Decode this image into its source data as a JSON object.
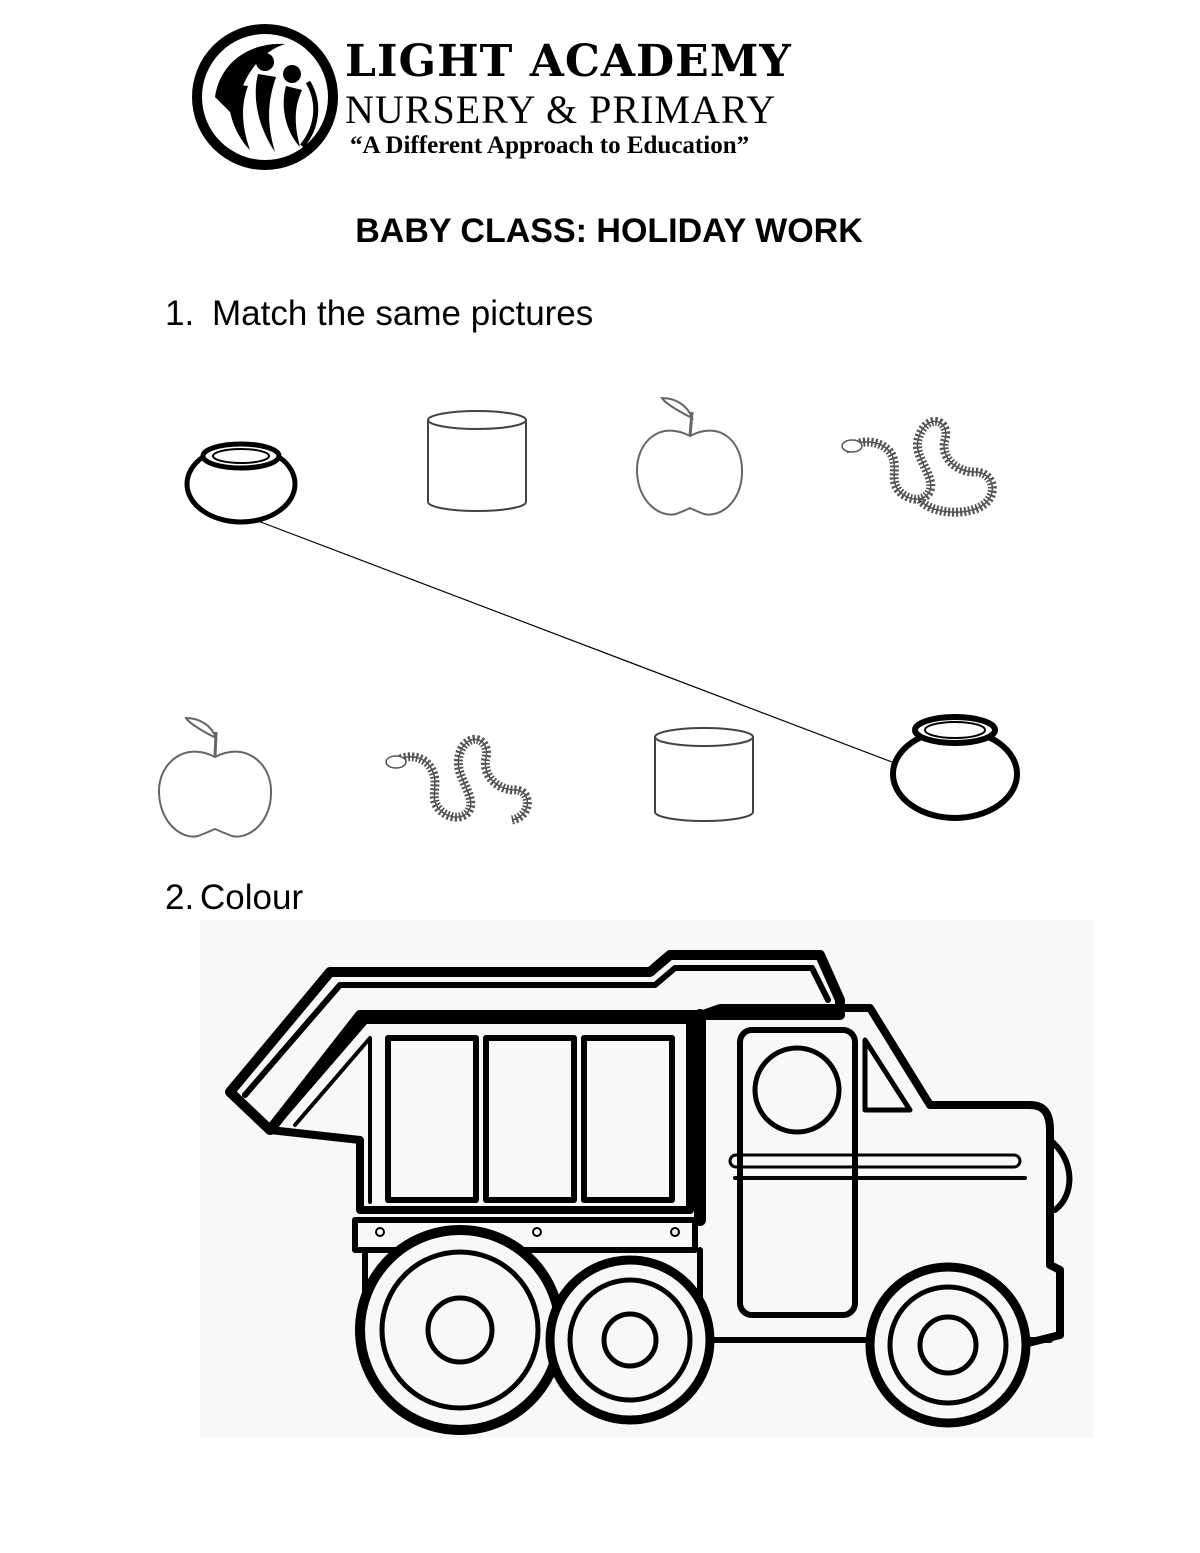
{
  "header": {
    "school_name": "LIGHT ACADEMY",
    "school_subtitle": "NURSERY & PRIMARY",
    "motto": "“A Different Approach to Education”",
    "logo_icon": "school-logo-icon"
  },
  "title": "BABY CLASS: HOLIDAY WORK",
  "questions": [
    {
      "number": "1.",
      "text": "Match the same pictures",
      "top_row": [
        "pot-icon",
        "cylinder-icon",
        "apple-icon",
        "snake-icon"
      ],
      "bottom_row": [
        "apple-icon",
        "snake-icon",
        "cylinder-icon",
        "pot-icon"
      ],
      "example_match": {
        "from": "pot-icon",
        "to": "pot-icon"
      }
    },
    {
      "number": "2.",
      "text": "Colour",
      "picture": "dump-truck-icon"
    }
  ]
}
